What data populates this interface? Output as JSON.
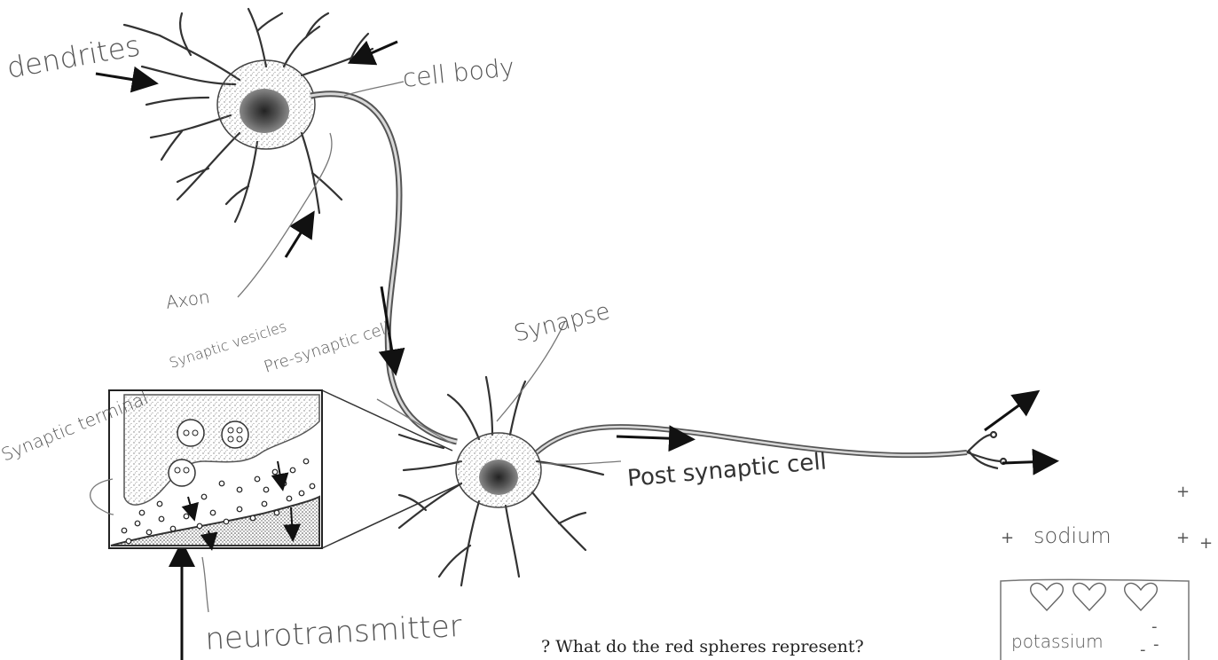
{
  "labels": {
    "dendrites": "dendrites",
    "cell_body": "cell body",
    "axon": "Axon",
    "synaptic_vesicles": "Synaptic vesicles",
    "pre_synaptic_cell": "Pre-synaptic cell",
    "synapse": "Synapse",
    "synaptic_terminal": "Synaptic terminal",
    "post_synaptic_cell": "Post synaptic cell",
    "neurotransmitter": "neurotransmitter",
    "sodium": "sodium",
    "potassium": "potassium"
  },
  "question_fragment": "? What do the red spheres represent?",
  "charge_symbols": {
    "plus": "+",
    "minus": "-"
  },
  "colors": {
    "ink": "#1a1a1a",
    "pencil": "#6a6a6a",
    "stipple": "#8a8a8a"
  }
}
